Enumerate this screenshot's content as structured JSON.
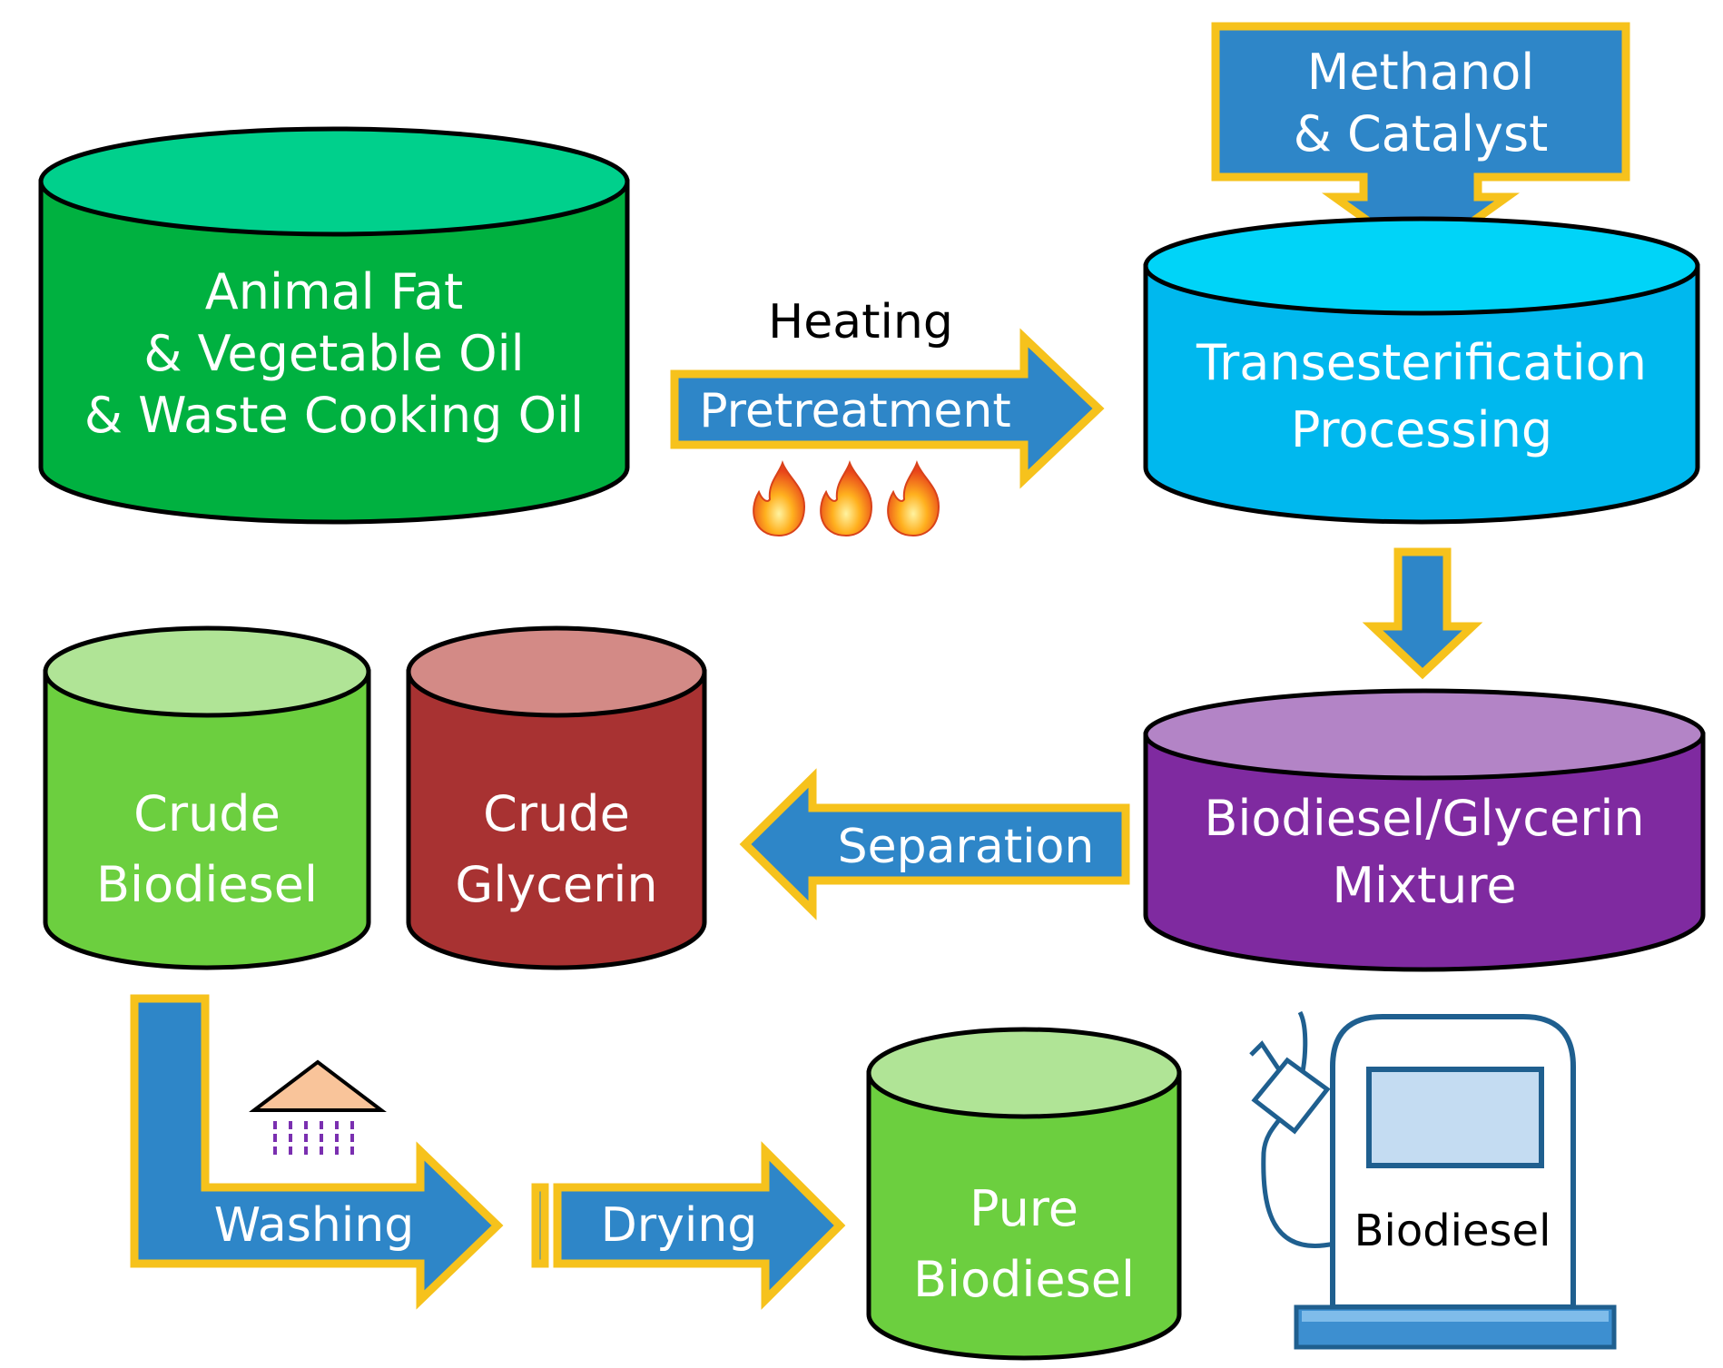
{
  "colors": {
    "green_tank": "#00b140",
    "green_tank_top": "#00d08c",
    "blue_tank": "#00b8ee",
    "blue_tank_top": "#00d4f8",
    "purple_tank": "#7f2aa0",
    "purple_tank_top": "#b384c6",
    "lime_tank": "#6ccf3f",
    "lime_tank_top": "#b0e496",
    "red_tank": "#a83232",
    "red_tank_top": "#d38a86",
    "arrow_fill": "#2e86c8",
    "arrow_border": "#f6c21c"
  },
  "tanks": {
    "feedstock": {
      "line1": "Animal Fat",
      "line2": "& Vegetable Oil",
      "line3": "& Waste Cooking Oil"
    },
    "transesterification": {
      "line1": "Transesterification",
      "line2": "Processing"
    },
    "mixture": {
      "line1": "Biodiesel/Glycerin",
      "line2": "Mixture"
    },
    "crude_biodiesel": {
      "line1": "Crude",
      "line2": "Biodiesel"
    },
    "crude_glycerin": {
      "line1": "Crude",
      "line2": "Glycerin"
    },
    "pure_biodiesel": {
      "line1": "Pure",
      "line2": "Biodiesel"
    }
  },
  "input_box": {
    "line1": "Methanol",
    "line2": "& Catalyst"
  },
  "arrows": {
    "pretreatment": "Pretreatment",
    "heating": "Heating",
    "separation": "Separation",
    "washing": "Washing",
    "drying": "Drying"
  },
  "pump": {
    "label": "Biodiesel"
  },
  "icons": [
    "flame-icon",
    "shower-icon",
    "fuel-pump-icon"
  ]
}
